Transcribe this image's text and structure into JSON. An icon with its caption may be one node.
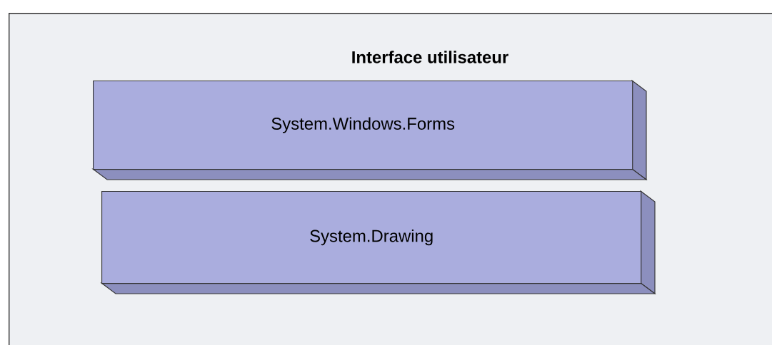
{
  "diagram": {
    "nodes": [
      {
        "text": [
          "Interface utilisateur"
        ]
      },
      {
        "text": [
          "System.Windows.Forms"
        ],
        "in": 0
      },
      {
        "text": [
          "System.Drawing"
        ],
        "in": 0
      }
    ]
  }
}
